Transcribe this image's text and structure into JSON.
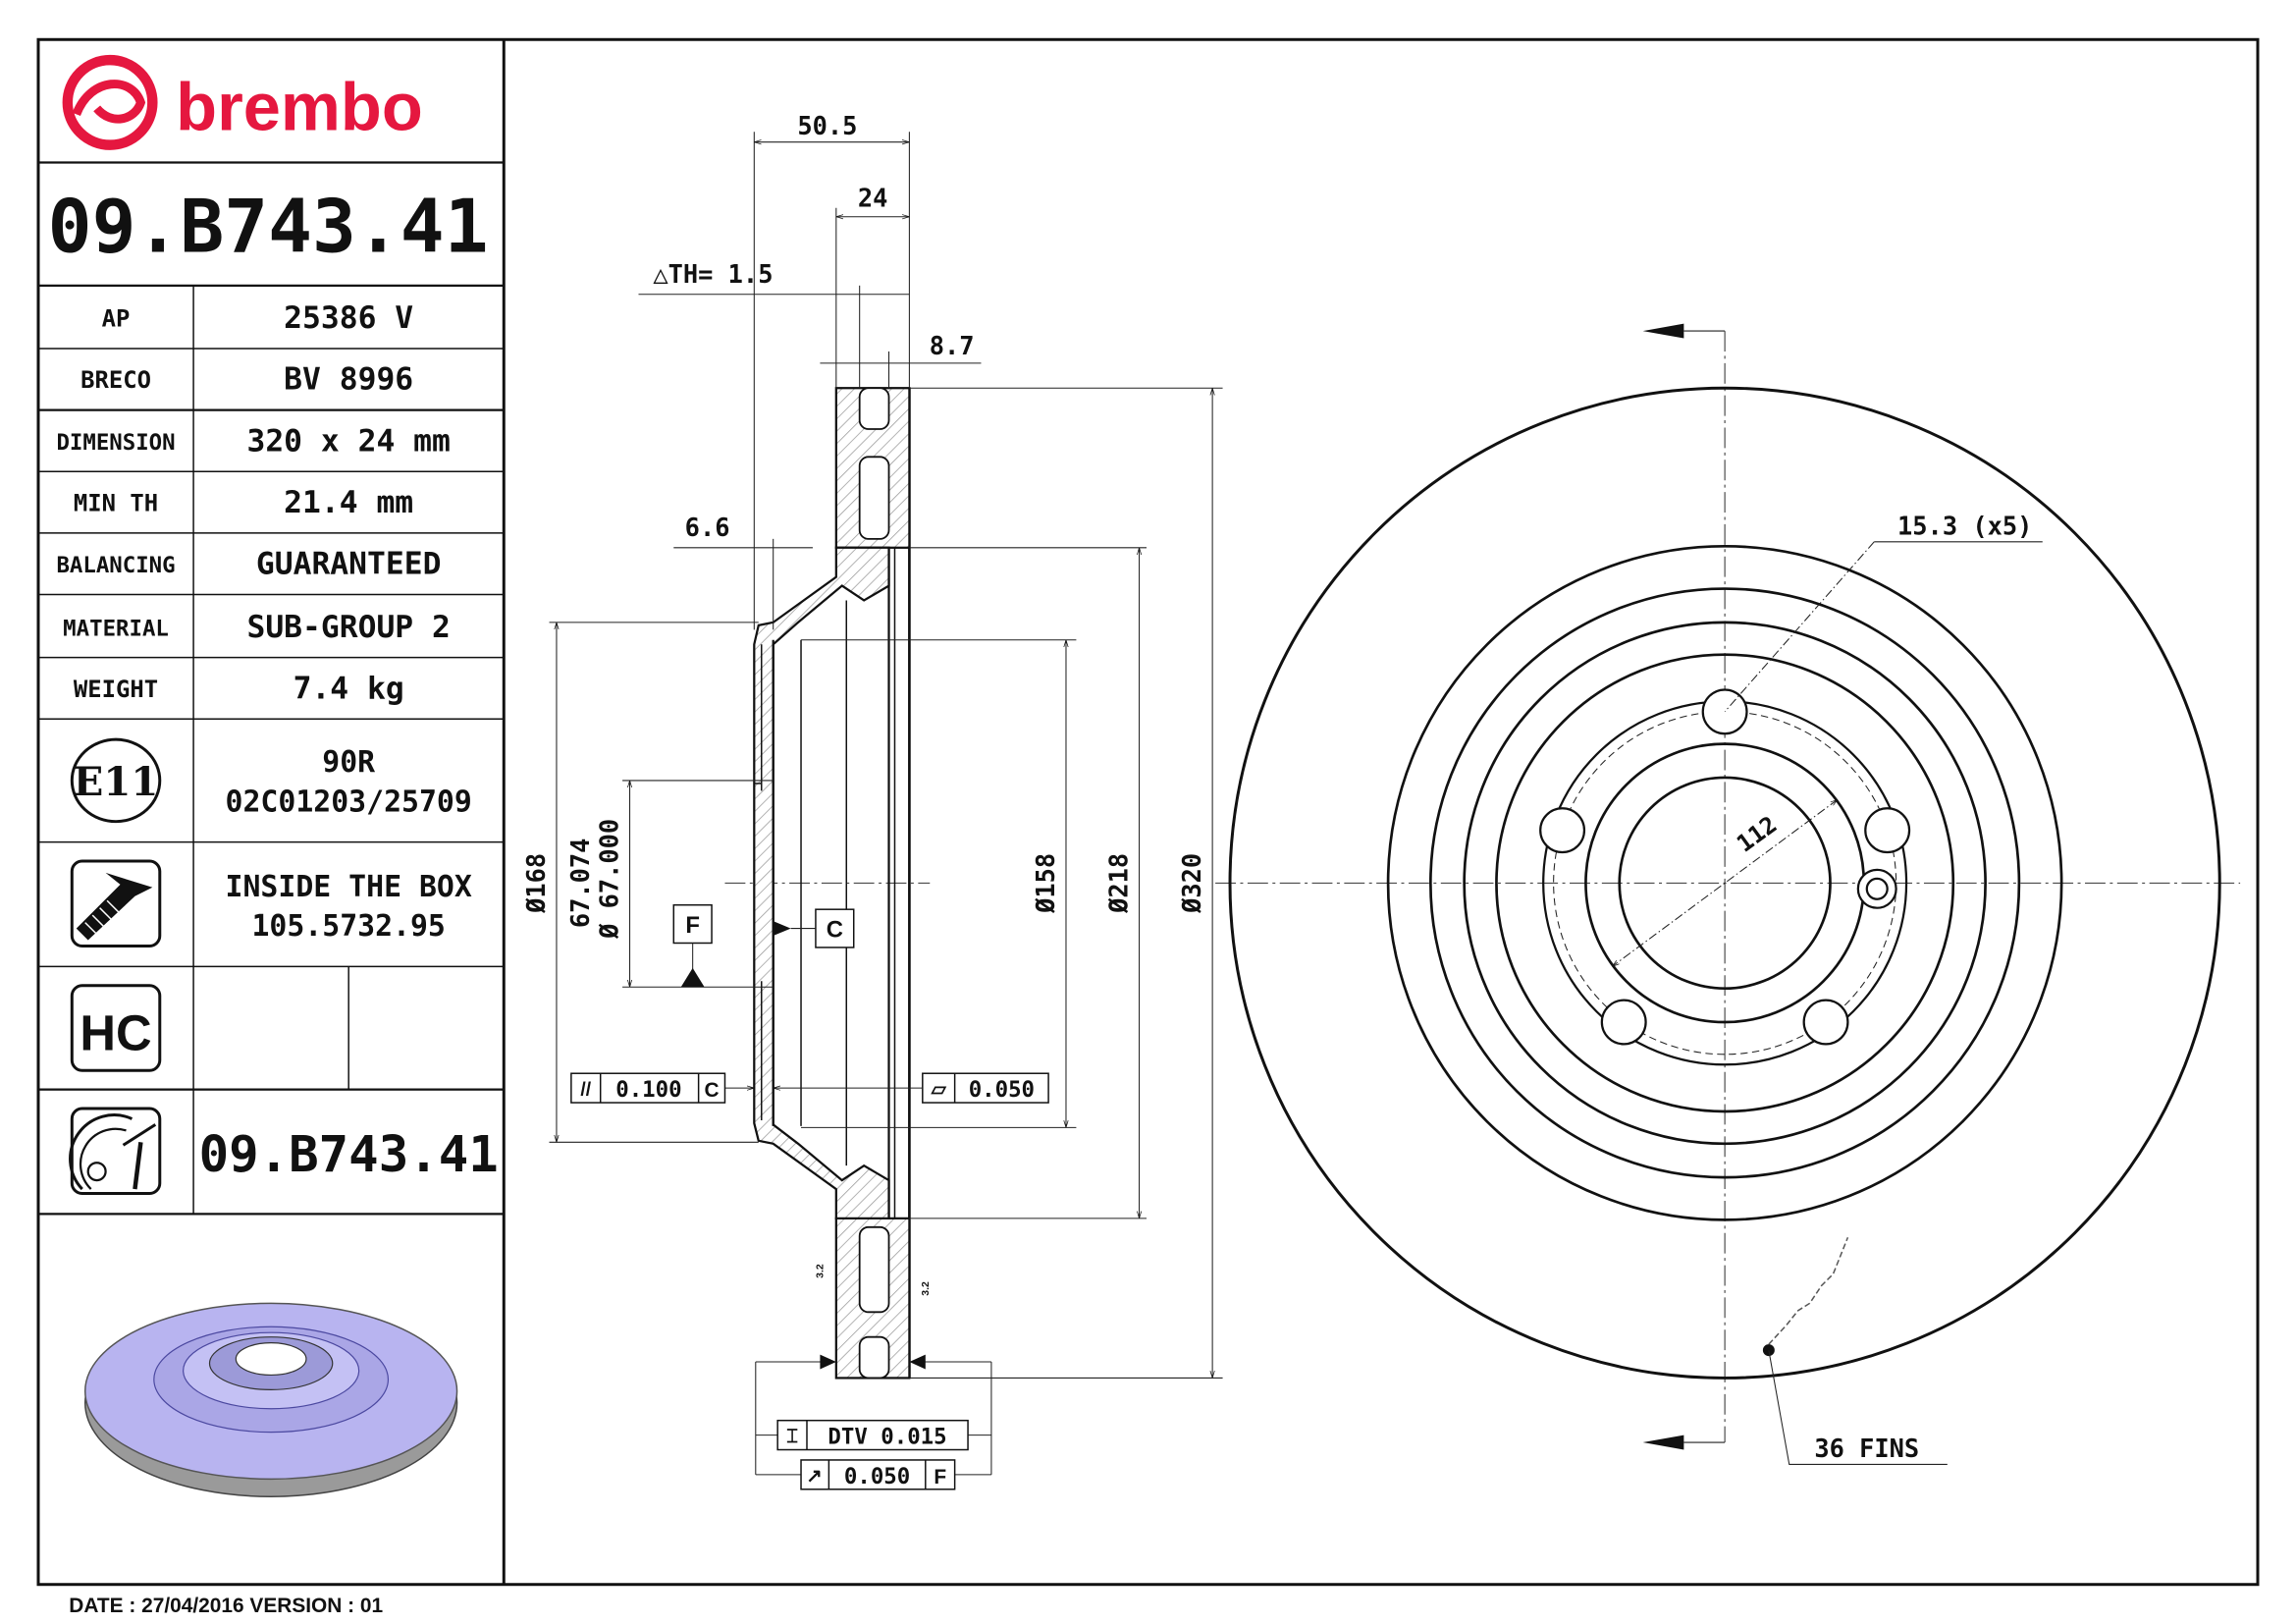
{
  "brand": {
    "logo_text": "brembo",
    "color": "#e5173f"
  },
  "part_number": "09.B743.41",
  "spec_table": [
    {
      "label": "AP",
      "value": "25386 V"
    },
    {
      "label": "BRECO",
      "value": "BV 8996"
    },
    {
      "label": "DIMENSION",
      "value": "320 x 24 mm"
    },
    {
      "label": "MIN TH",
      "value": "21.4 mm"
    },
    {
      "label": "BALANCING",
      "value": "GUARANTEED"
    },
    {
      "label": "MATERIAL",
      "value": "SUB-GROUP 2"
    },
    {
      "label": "WEIGHT",
      "value": "7.4 kg"
    }
  ],
  "approval": {
    "badge": "E11",
    "line1": "90R",
    "line2": "02C01203/25709"
  },
  "inside_box": {
    "line1": "INSIDE THE BOX",
    "line2": "105.5732.95"
  },
  "hc_badge": "HC",
  "bottom_part_number": "09.B743.41",
  "render_color": "#b8b4f0",
  "footer": "DATE : 27/04/2016 VERSION : 01",
  "section": {
    "dim_total_height": "50.5",
    "dim_thickness": "24",
    "delta_th": "△TH= 1.5",
    "dim_vane": "8.7",
    "dim_flange": "6.6",
    "dia_168": "Ø168",
    "dia_67_upper": "67.074",
    "dia_67_lower": "Ø 67.000",
    "dia_158": "Ø158",
    "dia_218": "Ø218",
    "dia_320": "Ø320",
    "datum_f": "F",
    "datum_c": "C",
    "parallelism": {
      "symbol": "//",
      "value": "0.100",
      "datum": "C"
    },
    "flatness": {
      "symbol": "▱",
      "value": "0.050"
    },
    "dtv": {
      "symbol": "⌶",
      "value": "DTV 0.015"
    },
    "runout": {
      "symbol": "↗",
      "value": "0.050",
      "datum": "F"
    },
    "roughness_left": "3.2",
    "roughness_right": "3.2"
  },
  "face_view": {
    "bolt_hole_label": "15.3 (x5)",
    "pcd_label": "112",
    "fins_label": "36 FINS"
  }
}
